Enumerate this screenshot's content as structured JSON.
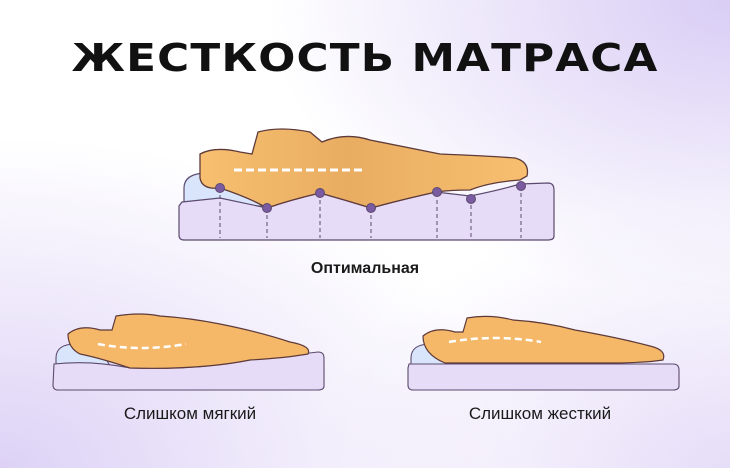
{
  "title": "ЖЕСТКОСТЬ МАТРАСА",
  "panels": [
    {
      "label": "Оптимальная"
    },
    {
      "label": "Слишком мягкий"
    },
    {
      "label": "Слишком жесткий"
    }
  ],
  "colors": {
    "body": "#f5b868",
    "outline": "#5e3a3a",
    "mattress": "#e6dcf7",
    "mattress_outline": "#5c4a6e",
    "pillow": "#d8e5fa",
    "points": "#7a5aa0",
    "spine_line": "#ffffff"
  }
}
